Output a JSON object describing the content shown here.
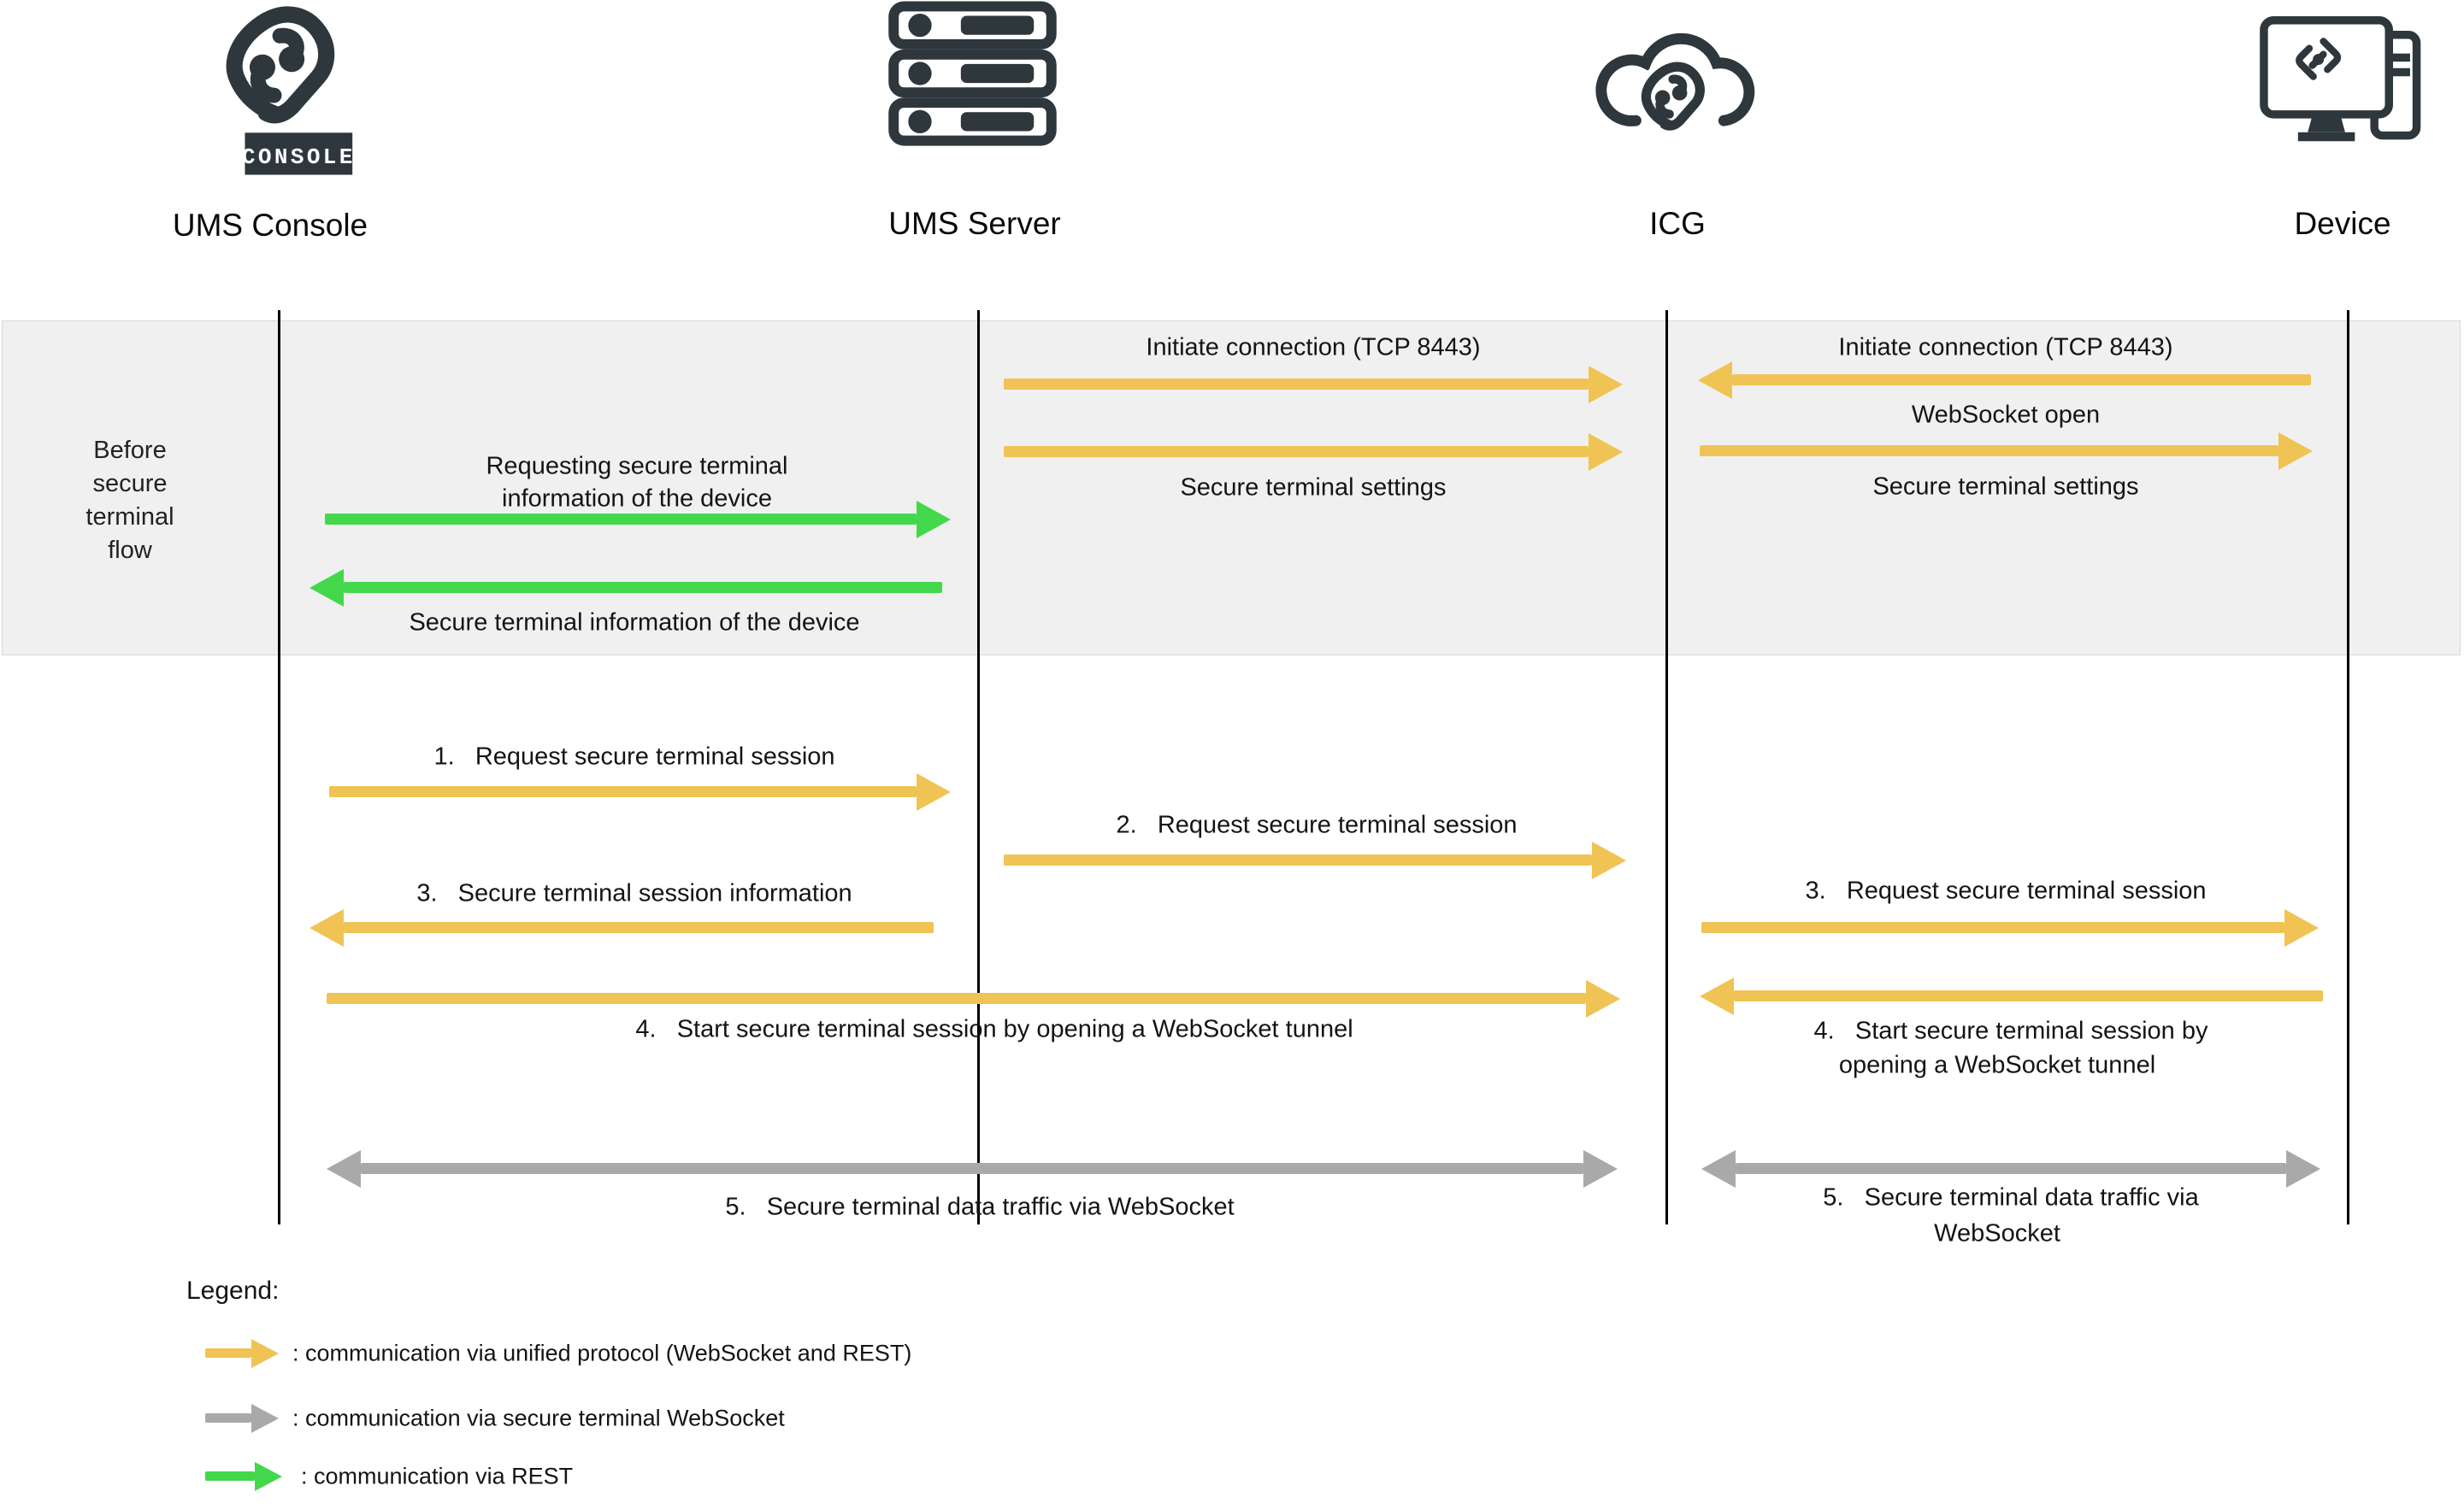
{
  "actors": [
    {
      "label": "UMS Console",
      "icon": "ums-console-logo"
    },
    {
      "label": "UMS Server",
      "icon": "server-stack-icon"
    },
    {
      "label": "ICG",
      "icon": "cloud-icg-icon"
    },
    {
      "label": "Device",
      "icon": "device-workstation-icon"
    }
  ],
  "console_badge": "CONSOLE",
  "pre_flow": {
    "left_label_lines": [
      "Before",
      "secure",
      "terminal",
      "flow"
    ],
    "console_server": {
      "request_line1": "Requesting secure terminal",
      "request_line2": "information of the device",
      "response": "Secure terminal information of the device"
    },
    "server_icg": {
      "initiate": "Initiate connection (TCP 8443)",
      "settings": "Secure terminal settings"
    },
    "icg_device": {
      "initiate": "Initiate connection (TCP 8443)",
      "websocket_open": "WebSocket open",
      "settings": "Secure terminal settings"
    }
  },
  "flow": {
    "step1": "1.   Request secure terminal session",
    "step2": "2.   Request secure terminal session",
    "step3_left": "3.   Secure terminal session information",
    "step3_right": "3.   Request secure terminal session",
    "step4_left": "4.   Start secure terminal session by opening a WebSocket tunnel",
    "step4_right_line1": "4.   Start secure terminal session by",
    "step4_right_line2": "opening a WebSocket tunnel",
    "step5_left": "5.   Secure terminal data traffic via WebSocket",
    "step5_right_line1": "5.   Secure terminal data traffic via",
    "step5_right_line2": "WebSocket"
  },
  "legend": {
    "title": "Legend:",
    "items": [
      {
        "color": "#F0C355",
        "label": ": communication via unified protocol (WebSocket and REST)"
      },
      {
        "color": "#A9A9A9",
        "label": ": communication via secure terminal WebSocket"
      },
      {
        "color": "#43D84C",
        "label": ": communication via REST"
      }
    ]
  },
  "colors": {
    "unified_protocol_arrow": "#F0C355",
    "secure_terminal_ws_arrow": "#A9A9A9",
    "rest_arrow": "#43D84C",
    "icon_dark": "#2D373C",
    "band_background": "#F0F0F0",
    "lifeline": "#000000"
  }
}
